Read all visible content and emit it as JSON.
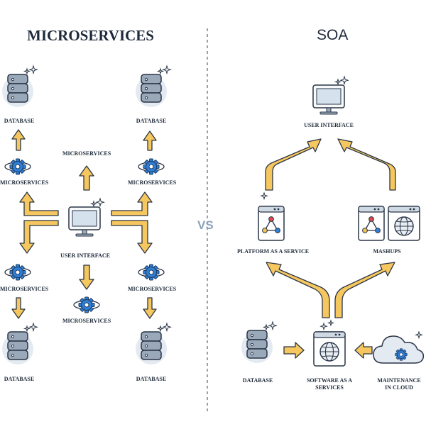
{
  "titles": {
    "left": "MICROSERVICES",
    "right": "SOA",
    "vs": "VS"
  },
  "left": {
    "top_left_database": "DATABASE",
    "top_right_database": "DATABASE",
    "bottom_left_database": "DATABASE",
    "bottom_right_database": "DATABASE",
    "ms_upper_left": "MICROSERVICES",
    "ms_upper_right": "MICROSERVICES",
    "ms_top_center": "MICROSERVICES",
    "ms_lower_left": "MICROSERVICES",
    "ms_lower_right": "MICROSERVICES",
    "ms_bottom_center": "MICROSERVICES",
    "user_interface": "USER INTERFACE"
  },
  "right": {
    "user_interface": "USER INTERFACE",
    "paas_line1": "PLATFORM AS A SERVICE",
    "mashups": "MASHUPS",
    "database": "DATABASE",
    "saas_line1": "SOFTWARE AS A",
    "saas_line2": "SERVICES",
    "maint_line1": "MAINTENANCE",
    "maint_line2": "IN CLOUD"
  },
  "colors": {
    "arrow": "#f4c15a",
    "outline": "#2a3546",
    "accent_blue": "#2f7fd6",
    "halo": "#e4eaf1"
  }
}
